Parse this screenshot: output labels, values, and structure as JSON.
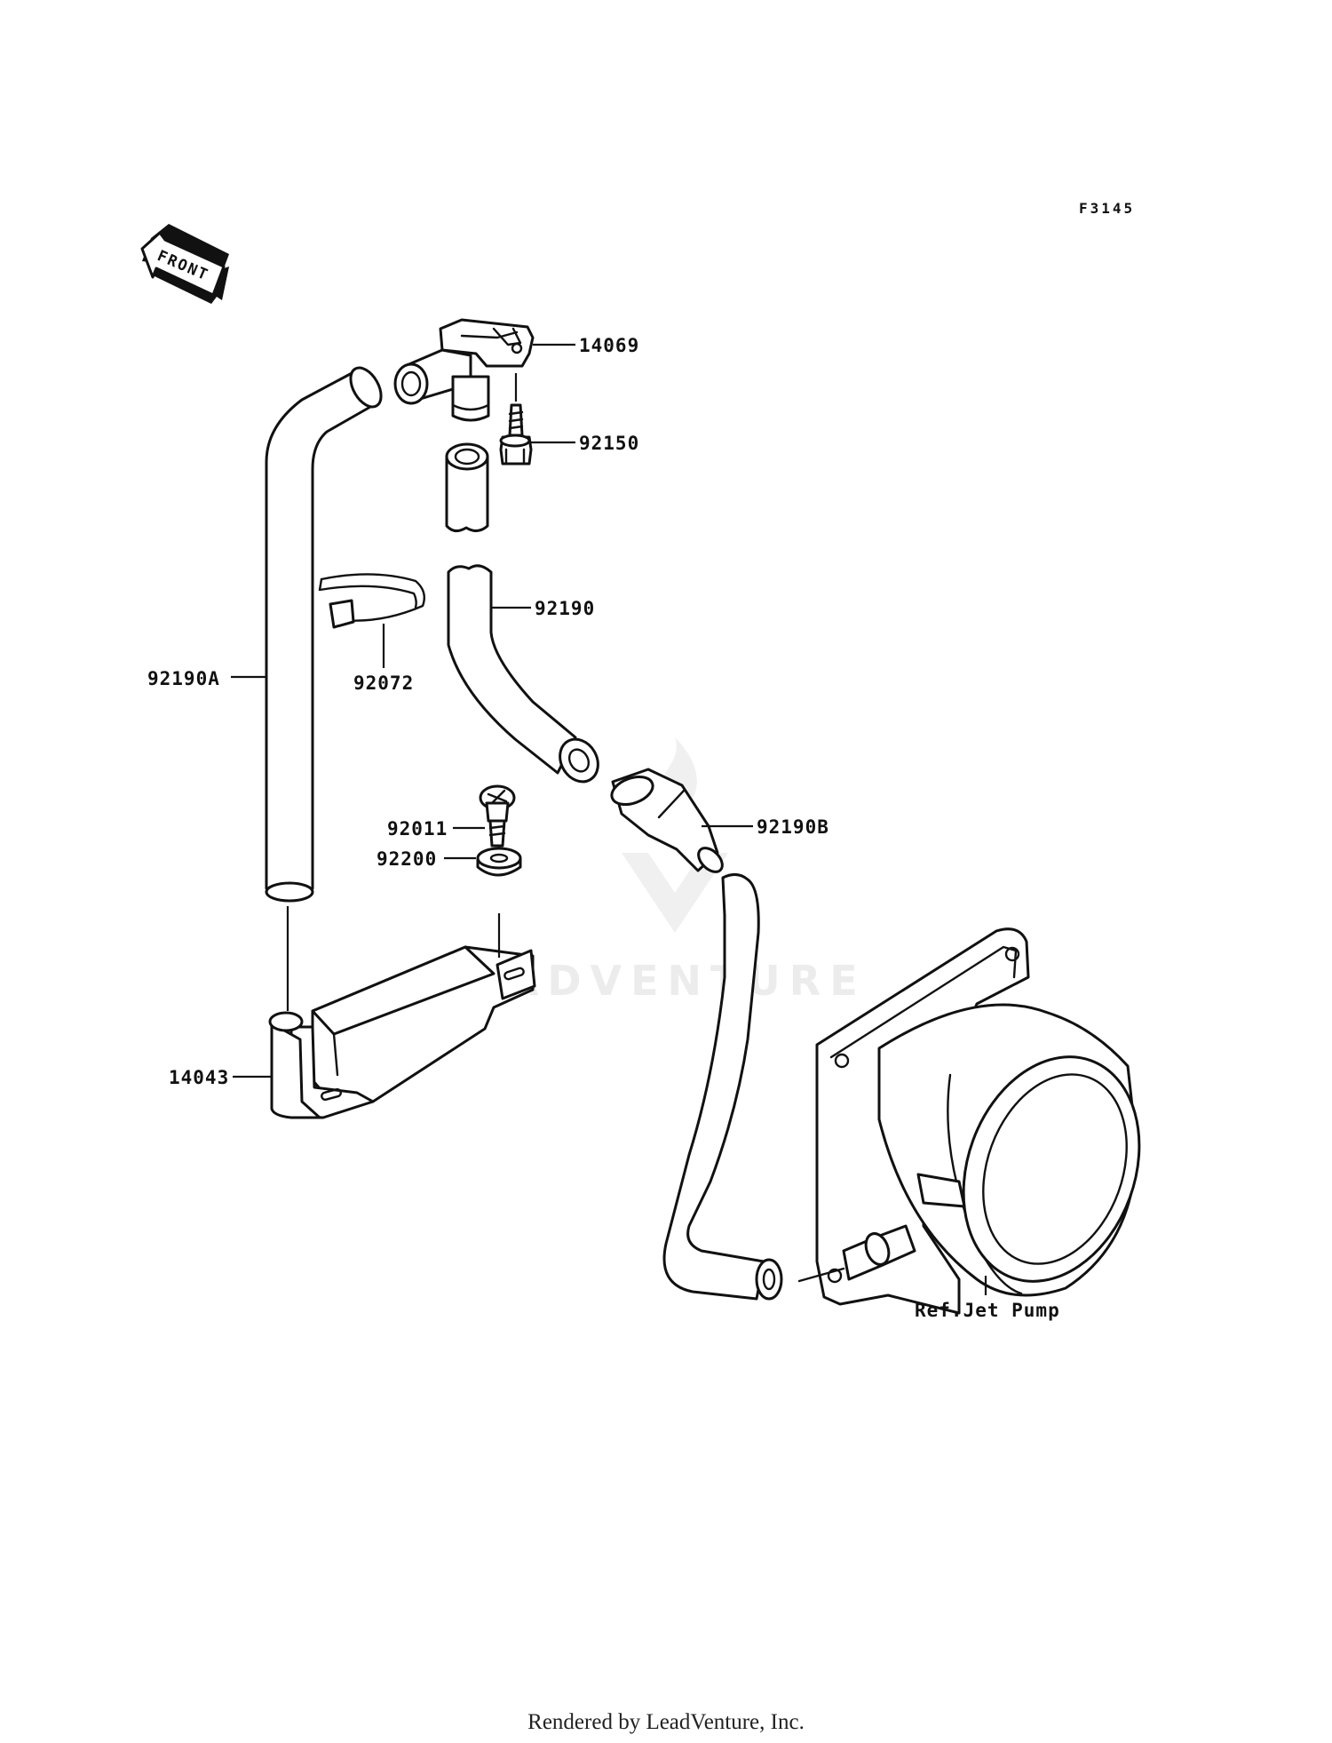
{
  "diagram": {
    "figure_code": "F3145",
    "front_label": "FRONT",
    "watermark": "LEADVENTURE",
    "footer": "Rendered by LeadVenture, Inc.",
    "callouts": {
      "p14069": "14069",
      "p92150": "92150",
      "p92190": "92190",
      "p92190a": "92190A",
      "p92072": "92072",
      "p92011": "92011",
      "p92200": "92200",
      "p92190b": "92190B",
      "p14043": "14043",
      "ref_jet_pump": "Ref.Jet Pump"
    }
  }
}
